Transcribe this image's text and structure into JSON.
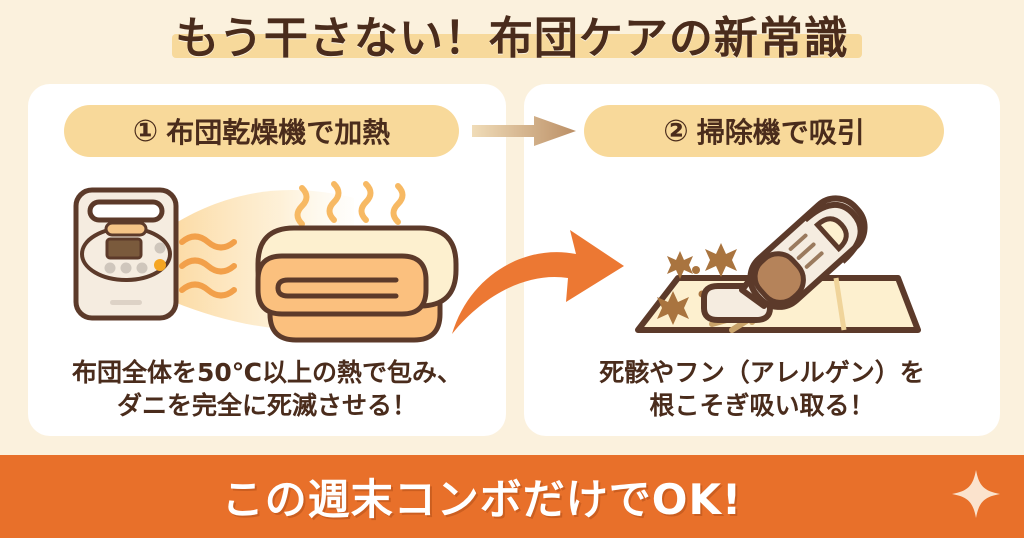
{
  "header": {
    "title": "もう干さない！布団ケアの新常識",
    "highlight_color": "#f7d99b",
    "text_color": "#4a2c1c"
  },
  "background_color": "#fbf1dd",
  "steps": [
    {
      "number": "①",
      "label": "布団乾燥機で加熱",
      "caption_line1": "布団全体を50℃以上の熱で包み、",
      "caption_line2": "ダニを完全に死滅させる！",
      "illustration": "futon-dryer-heating-icon"
    },
    {
      "number": "②",
      "label": "掃除機で吸引",
      "caption_line1": "死骸やフン（アレルゲン）を",
      "caption_line2": "根こそぎ吸い取る！",
      "illustration": "handheld-vacuum-icon"
    }
  ],
  "connectors": {
    "straight_arrow": "arrow-right-icon",
    "curved_arrow": "curved-arrow-right-icon"
  },
  "banner": {
    "text": "この週末コンボだけでOK!",
    "background_color": "#e8702a",
    "text_color": "#ffffff",
    "sparkle": "sparkle-icon"
  },
  "palette": {
    "pill": "#f8d99a",
    "outline_brown": "#5c3a2a",
    "body_cream": "#f5ece0",
    "futon_top": "#fdf0cf",
    "futon_fold": "#fbc07e",
    "accent_orange": "#ef7f38",
    "mite_brown": "#a9743f"
  }
}
